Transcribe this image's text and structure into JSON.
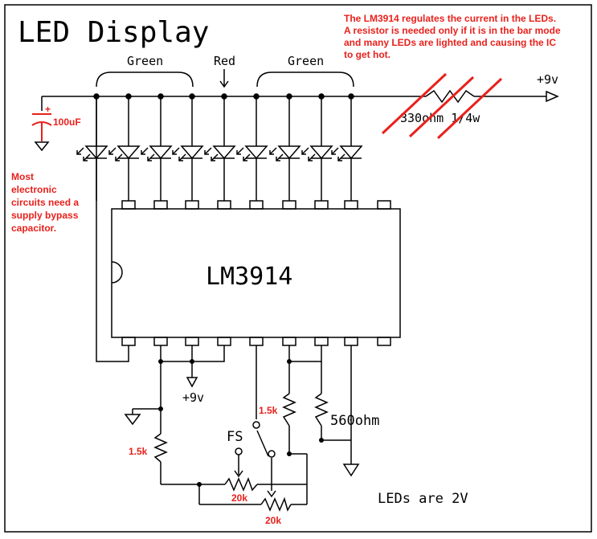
{
  "title": "LED Display",
  "notes": {
    "top_right": [
      "The LM3914 regulates the current in the LEDs.",
      "A resistor is needed only if it is in the bar mode",
      "and many LEDs are lighted and causing the IC",
      "to get hot."
    ],
    "left": [
      "Most",
      "electronic",
      "circuits need a",
      "supply bypass",
      "capacitor."
    ]
  },
  "labels": {
    "green_left": "Green",
    "red": "Red",
    "green_right": "Green",
    "supply_top": "+9v",
    "resistor_top": "330ohm 1/4w",
    "capacitor": "100uF",
    "cap_plus": "+",
    "ic": "LM3914",
    "supply_bottom": "+9v",
    "r_15k_left": "1.5k",
    "r_15k_right": "1.5k",
    "r_560": "560ohm",
    "fs": "FS",
    "pot_20k_a": "20k",
    "pot_20k_b": "20k",
    "led_note": "LEDs are 2V"
  },
  "colors": {
    "wire": "#000000",
    "annotation": "#e8211c",
    "capacitor": "#e8211c"
  }
}
